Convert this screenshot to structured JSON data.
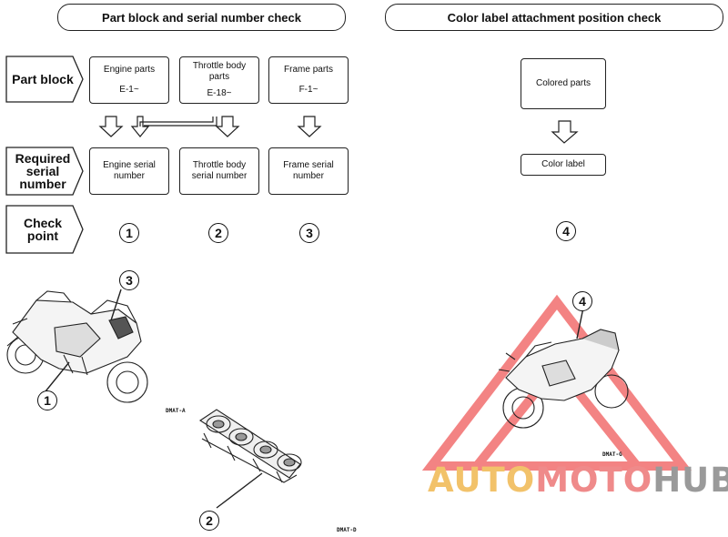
{
  "left_section": {
    "title": "Part block and serial number check",
    "row_labels": {
      "part_block": "Part block",
      "required_serial": "Required\nserial\nnumber",
      "check_point": "Check\npoint"
    },
    "part_blocks": [
      {
        "name": "Engine parts",
        "code": "E-1~"
      },
      {
        "name": "Throttle body\nparts",
        "code": "E-18~"
      },
      {
        "name": "Frame parts",
        "code": "F-1~"
      }
    ],
    "serial_numbers": [
      "Engine serial\nnumber",
      "Throttle body\nserial number",
      "Frame serial\nnumber"
    ],
    "check_points": [
      "1",
      "2",
      "3"
    ],
    "illustration": {
      "callouts": [
        "3",
        "1",
        "2"
      ],
      "codes": [
        "DMAT-A",
        "DMAT-D"
      ]
    }
  },
  "right_section": {
    "title": "Color label attachment position check",
    "colored_parts": "Colored parts",
    "color_label": "Color label",
    "check_point": "4",
    "illustration": {
      "callout": "4",
      "code": "DMAT-G"
    }
  },
  "watermark": {
    "brand_parts": [
      "AUTO",
      "MOTO",
      "HUB"
    ],
    "colors": {
      "auto": "#f2c26a",
      "moto": "#ef8a8a",
      "hub": "#9a9a9a",
      "triangle": "#ef5a5a"
    }
  },
  "colors": {
    "ink": "#111111",
    "background": "#ffffff"
  }
}
